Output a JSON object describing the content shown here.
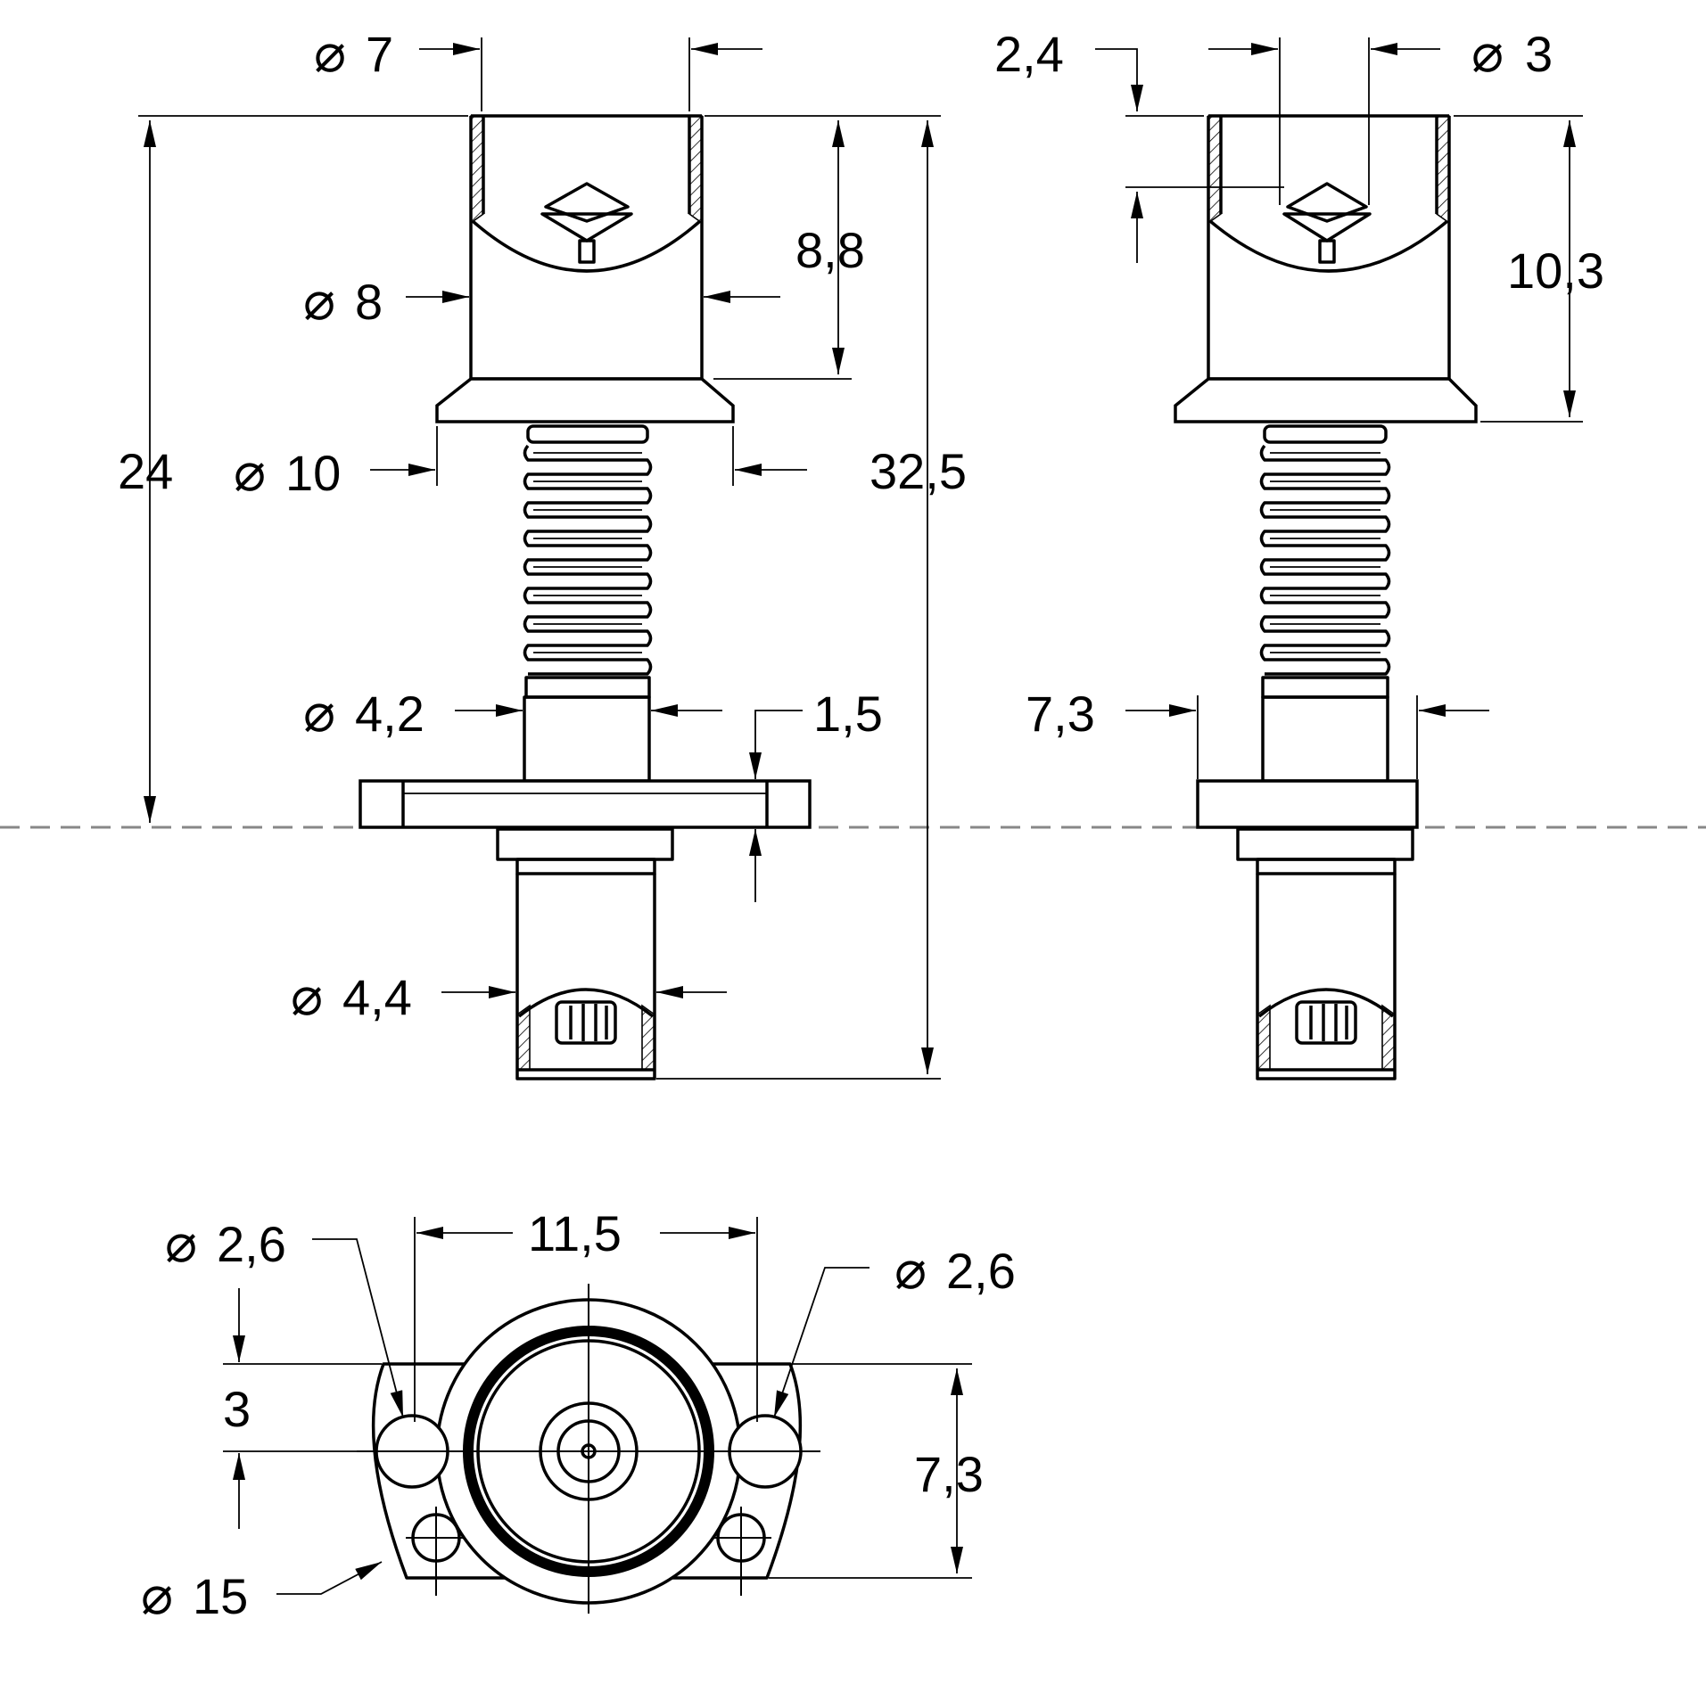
{
  "front_view": {
    "dims": {
      "top_bore": "7",
      "body": "8",
      "flange": "10",
      "overall_height": "24",
      "total_length": "32,5",
      "cup_depth": "8,8",
      "neck": "4,2",
      "plate_thickness": "1,5",
      "bottom_tube": "4,4"
    }
  },
  "side_view": {
    "dims": {
      "top_offset": "2,4",
      "pin": "3",
      "cup_depth": "10,3",
      "plate_width": "7,3"
    }
  },
  "bottom_view": {
    "dims": {
      "hole_spacing": "11,5",
      "hole_left": "2,6",
      "hole_right": "2,6",
      "hole_offset": "3",
      "plate_height": "7,3",
      "outer": "15"
    }
  },
  "symbols": {
    "diameter": "⌀"
  }
}
